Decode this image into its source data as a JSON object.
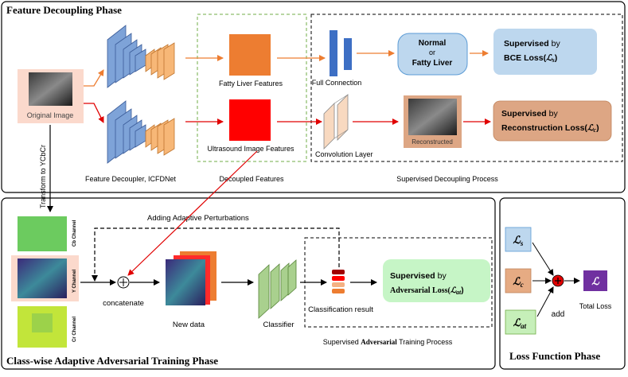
{
  "phases": {
    "feature_decoupling": "Feature Decoupling Phase",
    "adversarial": "Class-wise Adaptive Adversarial Training Phase",
    "loss": "Loss  Function Phase"
  },
  "top": {
    "original_image": "Original Image",
    "decoupler_caption": "Feature Decoupler, ICFDNet",
    "fatty_features": "Fatty Liver Features",
    "ultrasound_features": "Ultrasound Image Features",
    "decoupled_caption": "Decoupled Features",
    "full_connection": "Full Connection",
    "convolution_layer": "Convolution Layer",
    "reconstructed": "Reconstructed",
    "normal": "Normal",
    "or": "or",
    "fatty_liver": "Fatty Liver",
    "supervised_by": "Supervised",
    "by": "by",
    "bce_loss": "BCE Loss(",
    "bce_symbol": "ℒ",
    "bce_sub": "s",
    "reconstruction_loss": "Reconstruction Loss(",
    "rec_symbol": "ℒ",
    "rec_sub": "c",
    "close_paren": ")",
    "supervised_decoupling_caption": "Supervised Decoupling Process"
  },
  "middle": {
    "transform": "Transform to YCbCr",
    "adding_perturbations": "Adding Adaptive Perturbations",
    "cb_channel": "Cb Channel",
    "y_channel": "Y Channel",
    "cr_channel": "Cr Channel",
    "concatenate": "concatenate",
    "new_data": "New data",
    "classifier": "Classifier",
    "classification_result": "Classification result",
    "supervised": "Supervised",
    "by": "by",
    "adversarial_loss": "Adversarial Loss(",
    "adv_symbol": "ℒ",
    "adv_sub": "at",
    "close_paren": ")",
    "process_caption_prefix": "Supervised ",
    "process_caption_bold": "Adversarial",
    "process_caption_suffix": " Training Process"
  },
  "loss": {
    "ls_symbol": "ℒ",
    "ls_sub": "s",
    "lc_symbol": "ℒ",
    "lc_sub": "c",
    "lat_symbol": "ℒ",
    "lat_sub": "at",
    "total_symbol": "ℒ",
    "add": "add",
    "total_loss": "Total Loss"
  },
  "colors": {
    "orange_arrow": "#ED7D31",
    "red_arrow": "#E00000",
    "encoder_blue": "#7EA3D8",
    "decoder_orange": "#F7B777",
    "fatty_feature": "#ED7D31",
    "ultrasound_feature": "#FF0000",
    "fc_blue": "#3D6FC4",
    "conv_peach": "#F8D9C0",
    "normal_box": "#BDD7EE",
    "bce_box": "#BDD7EE",
    "recon_box": "#DDA684",
    "adv_box": "#C6F5C6",
    "classifier_green": "#A9D08E",
    "ls_box": "#BDD7EE",
    "lc_box": "#E6AB83",
    "lat_box": "#C6EFB9",
    "total_box": "#7030A0"
  }
}
